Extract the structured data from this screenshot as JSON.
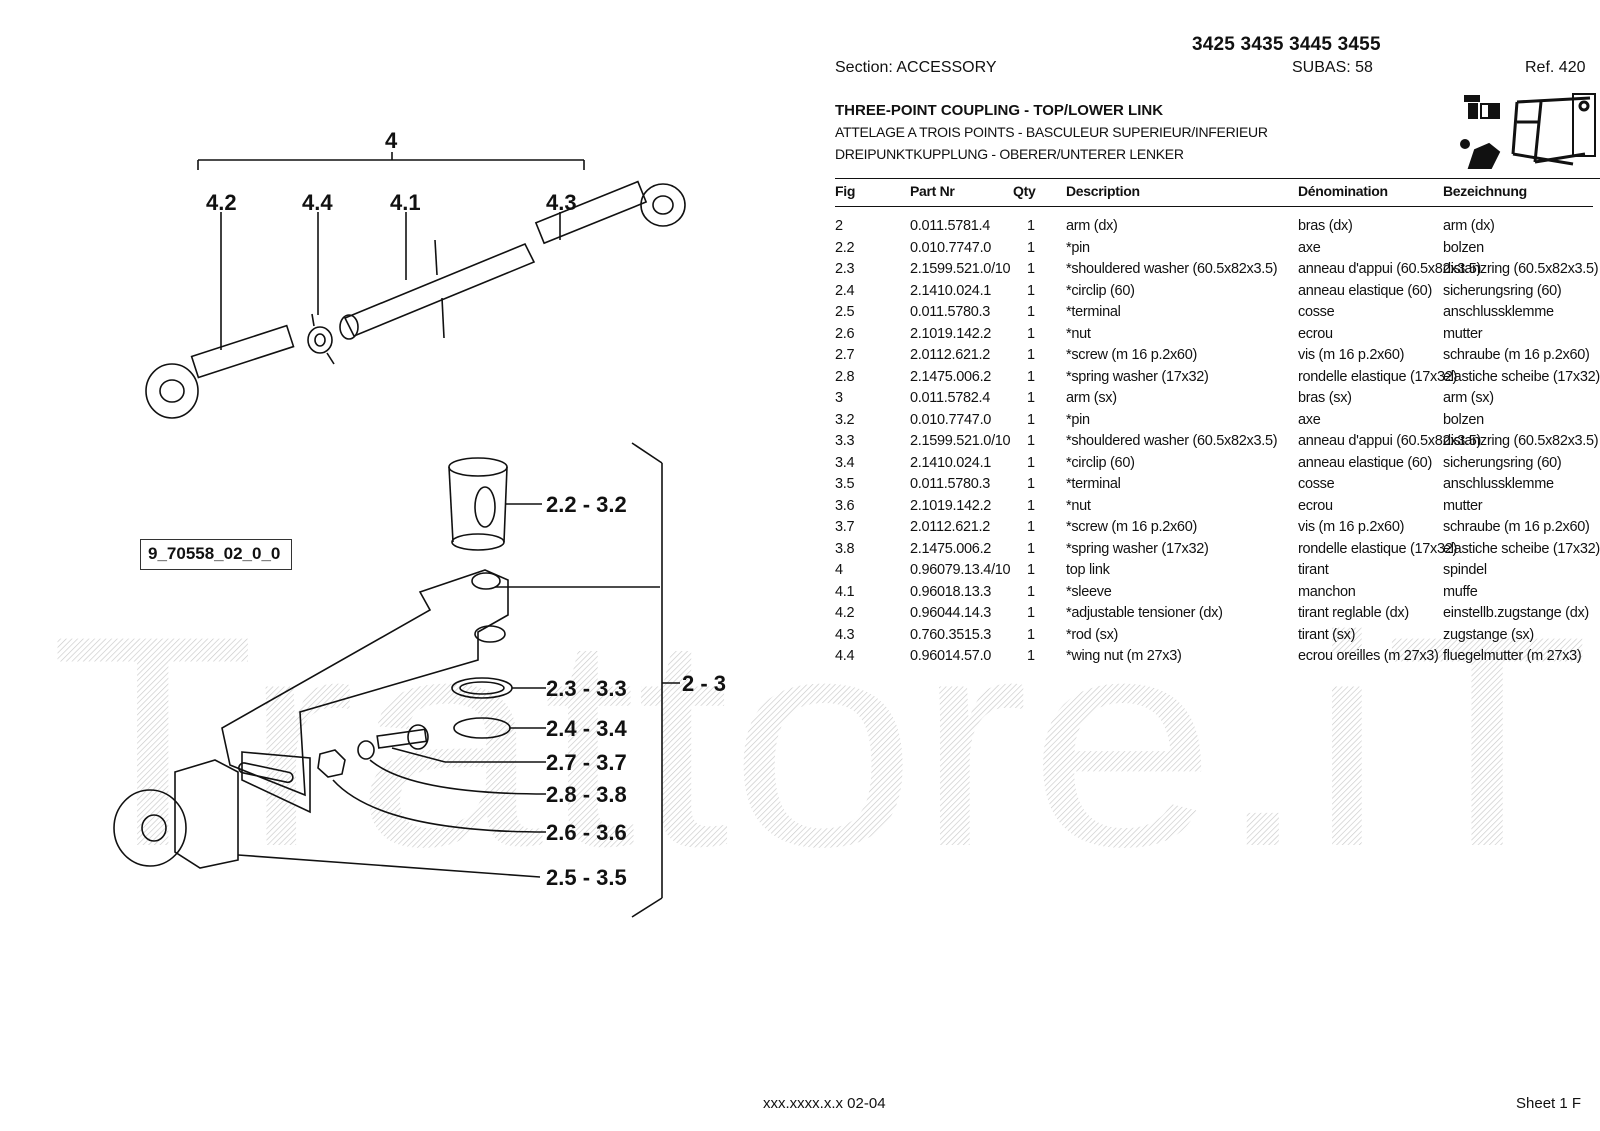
{
  "header": {
    "models": "3425 3435 3445 3455",
    "section": "Section: ACCESSORY",
    "subas": "SUBAS: 58",
    "ref": "Ref. 420"
  },
  "title": {
    "en": "THREE-POINT COUPLING - TOP/LOWER LINK",
    "fr": "ATTELAGE A TROIS POINTS - BASCULEUR SUPERIEUR/INFERIEUR",
    "de": "DREIPUNKTKUPPLUNG - OBERER/UNTERER LENKER"
  },
  "table": {
    "headers": {
      "fig": "Fig",
      "part": "Part Nr",
      "qty": "Qty",
      "desc": "Description",
      "den": "Dénomination",
      "bez": "Bezeichnung"
    },
    "rows": [
      {
        "fig": "2",
        "part": "0.011.5781.4",
        "qty": "1",
        "desc": "arm (dx)",
        "den": "bras (dx)",
        "bez": "arm (dx)"
      },
      {
        "fig": "2.2",
        "part": "0.010.7747.0",
        "qty": "1",
        "desc": "*pin",
        "den": "axe",
        "bez": "bolzen"
      },
      {
        "fig": "2.3",
        "part": "2.1599.521.0/10",
        "qty": "1",
        "desc": "*shouldered washer (60.5x82x3.5)",
        "den": "anneau d'appui (60.5x82x3.5)",
        "bez": "distanzring (60.5x82x3.5)"
      },
      {
        "fig": "2.4",
        "part": "2.1410.024.1",
        "qty": "1",
        "desc": "*circlip (60)",
        "den": "anneau elastique (60)",
        "bez": "sicherungsring (60)"
      },
      {
        "fig": "2.5",
        "part": "0.011.5780.3",
        "qty": "1",
        "desc": "*terminal",
        "den": "cosse",
        "bez": "anschlussklemme"
      },
      {
        "fig": "2.6",
        "part": "2.1019.142.2",
        "qty": "1",
        "desc": "*nut",
        "den": "ecrou",
        "bez": "mutter"
      },
      {
        "fig": "2.7",
        "part": "2.0112.621.2",
        "qty": "1",
        "desc": "*screw (m 16 p.2x60)",
        "den": "vis (m 16 p.2x60)",
        "bez": "schraube (m 16 p.2x60)"
      },
      {
        "fig": "2.8",
        "part": "2.1475.006.2",
        "qty": "1",
        "desc": "*spring washer (17x32)",
        "den": "rondelle elastique (17x32)",
        "bez": "elastiche scheibe (17x32)"
      },
      {
        "fig": "3",
        "part": "0.011.5782.4",
        "qty": "1",
        "desc": "arm (sx)",
        "den": "bras (sx)",
        "bez": "arm (sx)"
      },
      {
        "fig": "3.2",
        "part": "0.010.7747.0",
        "qty": "1",
        "desc": "*pin",
        "den": "axe",
        "bez": "bolzen"
      },
      {
        "fig": "3.3",
        "part": "2.1599.521.0/10",
        "qty": "1",
        "desc": "*shouldered washer (60.5x82x3.5)",
        "den": "anneau d'appui (60.5x82x3.5)",
        "bez": "distanzring (60.5x82x3.5)"
      },
      {
        "fig": "3.4",
        "part": "2.1410.024.1",
        "qty": "1",
        "desc": "*circlip (60)",
        "den": "anneau elastique (60)",
        "bez": "sicherungsring (60)"
      },
      {
        "fig": "3.5",
        "part": "0.011.5780.3",
        "qty": "1",
        "desc": "*terminal",
        "den": "cosse",
        "bez": "anschlussklemme"
      },
      {
        "fig": "3.6",
        "part": "2.1019.142.2",
        "qty": "1",
        "desc": "*nut",
        "den": "ecrou",
        "bez": "mutter"
      },
      {
        "fig": "3.7",
        "part": "2.0112.621.2",
        "qty": "1",
        "desc": "*screw (m 16 p.2x60)",
        "den": "vis (m 16 p.2x60)",
        "bez": "schraube (m 16 p.2x60)"
      },
      {
        "fig": "3.8",
        "part": "2.1475.006.2",
        "qty": "1",
        "desc": "*spring washer (17x32)",
        "den": "rondelle elastique (17x32)",
        "bez": "elastiche scheibe (17x32)"
      },
      {
        "fig": "4",
        "part": "0.96079.13.4/10",
        "qty": "1",
        "desc": "top link",
        "den": "tirant",
        "bez": "spindel"
      },
      {
        "fig": "4.1",
        "part": "0.96018.13.3",
        "qty": "1",
        "desc": "*sleeve",
        "den": "manchon",
        "bez": "muffe"
      },
      {
        "fig": "4.2",
        "part": "0.96044.14.3",
        "qty": "1",
        "desc": "*adjustable tensioner (dx)",
        "den": "tirant reglable (dx)",
        "bez": "einstellb.zugstange (dx)"
      },
      {
        "fig": "4.3",
        "part": "0.760.3515.3",
        "qty": "1",
        "desc": "*rod (sx)",
        "den": "tirant (sx)",
        "bez": "zugstange (sx)"
      },
      {
        "fig": "4.4",
        "part": "0.96014.57.0",
        "qty": "1",
        "desc": "*wing nut (m 27x3)",
        "den": "ecrou oreilles (m 27x3)",
        "bez": "fluegelmutter (m 27x3)"
      }
    ]
  },
  "diagram": {
    "drawing_id": "9_70558_02_0_0",
    "callouts": {
      "top": "4",
      "c42": "4.2",
      "c44": "4.4",
      "c41": "4.1",
      "c43": "4.3",
      "pin": "2.2 - 3.2",
      "group": "2 - 3",
      "washer": "2.3 - 3.3",
      "circlip": "2.4 - 3.4",
      "screw": "2.7 - 3.7",
      "spring": "2.8 - 3.8",
      "nut": "2.6 - 3.6",
      "terminal": "2.5 - 3.5"
    }
  },
  "watermark": {
    "text": "Trattore.iT"
  },
  "footer": {
    "code": "xxx.xxxx.x.x  02-04",
    "sheet": "Sheet 1 F"
  }
}
